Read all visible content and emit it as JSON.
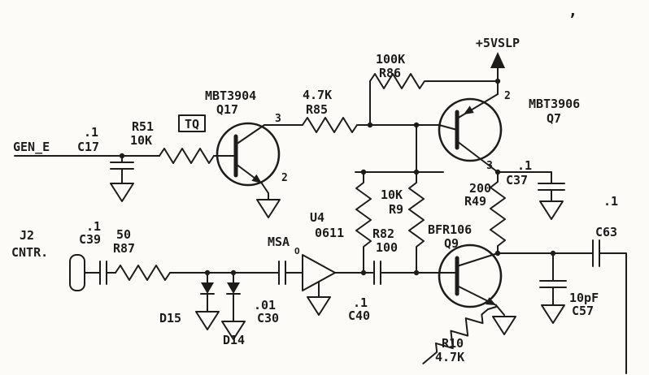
{
  "colors": {
    "ink": "#1d1c1a",
    "paper": "#fcfbf8"
  },
  "power_rail": {
    "label": "+5VSLP"
  },
  "nets": {
    "gen_e": "GEN_E"
  },
  "connector": {
    "ref": "J2",
    "label": "CNTR."
  },
  "test_point": {
    "label": "TQ"
  },
  "stray_mark": "’",
  "transistors": {
    "q17": {
      "part": "MBT3904",
      "ref": "Q17",
      "pin_collector": "3",
      "pin_emitter": "2"
    },
    "q7": {
      "part": "MBT3906",
      "ref": "Q7",
      "pin_emitter": "2",
      "pin_collector": "3"
    },
    "q9": {
      "part": "BFR106",
      "ref": "Q9"
    }
  },
  "amplifier": {
    "ref": "U4",
    "part_top": "MSA",
    "part_bottom": "0611",
    "pin_mark": "O"
  },
  "resistors": {
    "r51": {
      "ref": "R51",
      "value": "10K"
    },
    "r85": {
      "ref": "R85",
      "value": "4.7K"
    },
    "r86": {
      "ref": "R86",
      "value": "100K"
    },
    "r49": {
      "ref": "R49",
      "value": "200"
    },
    "r9": {
      "ref": "R9",
      "value": "10K"
    },
    "r82": {
      "ref": "R82",
      "value": "100"
    },
    "r87": {
      "ref": "R87",
      "value": "50"
    },
    "r10": {
      "ref": "R10",
      "value": "4.7K"
    }
  },
  "capacitors": {
    "c17": {
      "ref": "C17",
      "value": ".1"
    },
    "c37": {
      "ref": "C37",
      "value": ".1"
    },
    "c63": {
      "ref": "C63",
      "value": ".1"
    },
    "c39": {
      "ref": "C39",
      "value": ".1"
    },
    "c30": {
      "ref": "C30",
      "value": ".01"
    },
    "c40": {
      "ref": "C40",
      "value": ".1"
    },
    "c57": {
      "ref": "C57",
      "value": "10pF"
    }
  },
  "diodes": {
    "d15": {
      "ref": "D15"
    },
    "d14": {
      "ref": "D14"
    }
  }
}
